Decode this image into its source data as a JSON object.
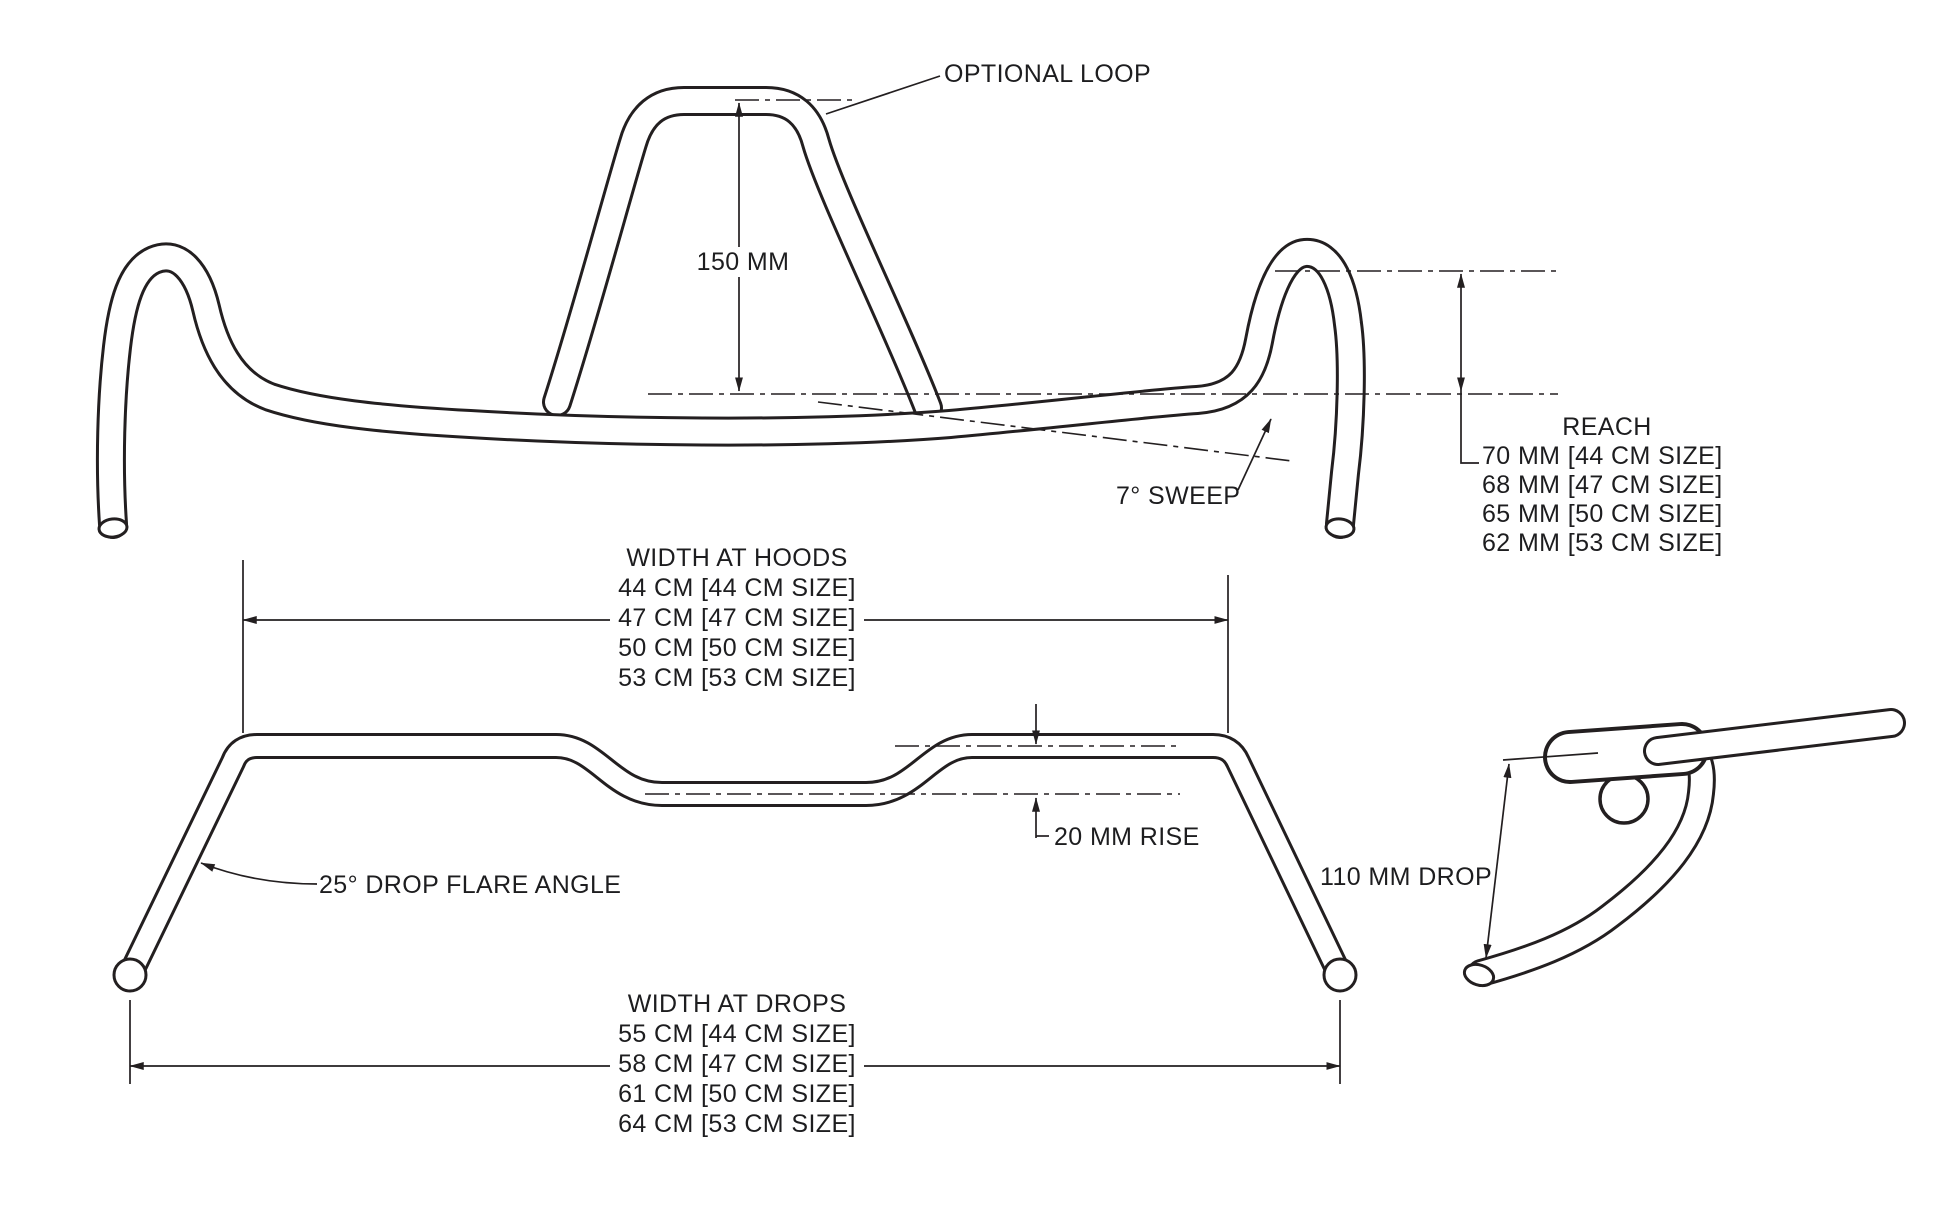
{
  "colors": {
    "line": "#231f20",
    "background": "#ffffff"
  },
  "top_view": {
    "optional_loop_label": "OPTIONAL LOOP",
    "loop_height_label": "150 MM",
    "sweep_label": "7° SWEEP",
    "reach": {
      "title": "REACH",
      "values": [
        "70 MM [44 CM SIZE]",
        "68 MM [47 CM SIZE]",
        "65 MM [50 CM SIZE]",
        "62 MM [53 CM SIZE]"
      ]
    }
  },
  "front_view": {
    "width_at_hoods": {
      "title": "WIDTH AT HOODS",
      "values": [
        "44 CM [44 CM SIZE]",
        "47 CM [47 CM SIZE]",
        "50 CM [50 CM SIZE]",
        "53 CM [53 CM SIZE]"
      ]
    },
    "rise_label": "20 MM RISE",
    "flare_label": "25° DROP FLARE ANGLE",
    "width_at_drops": {
      "title": "WIDTH AT DROPS",
      "values": [
        "55 CM [44 CM SIZE]",
        "58 CM [47 CM SIZE]",
        "61 CM [50 CM SIZE]",
        "64 CM [53 CM SIZE]"
      ]
    }
  },
  "side_view": {
    "drop_label": "110 MM DROP"
  }
}
